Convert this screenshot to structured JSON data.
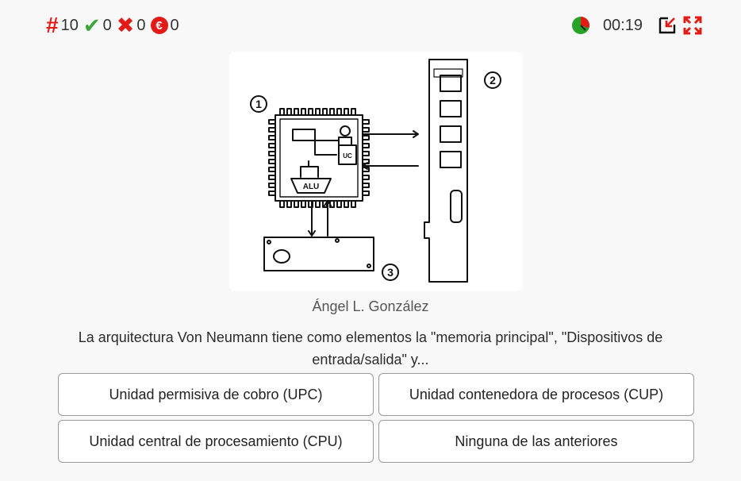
{
  "stats": {
    "total": "10",
    "correct": "0",
    "wrong": "0",
    "points": "0"
  },
  "timer": {
    "value": "00:19",
    "fraction_remaining": 0.7
  },
  "figure": {
    "labels": [
      "1",
      "2",
      "3"
    ],
    "alu_label": "ALU",
    "uc_label": "UC"
  },
  "credit": "Ángel L. González",
  "question": "La arquitectura Von Neumann tiene como elementos la \"memoria principal\", \"Dispositivos de entrada/salida\" y...",
  "answers": [
    {
      "label": "Unidad permisiva de cobro (UPC)"
    },
    {
      "label": "Unidad contenedora de procesos (CUP)"
    },
    {
      "label": "Unidad central de procesamiento (CPU)"
    },
    {
      "label": "Ninguna de las anteriores"
    }
  ],
  "colors": {
    "accent_red": "#e31b17",
    "correct_green": "#3aa53a",
    "timer_green": "#27a327"
  }
}
